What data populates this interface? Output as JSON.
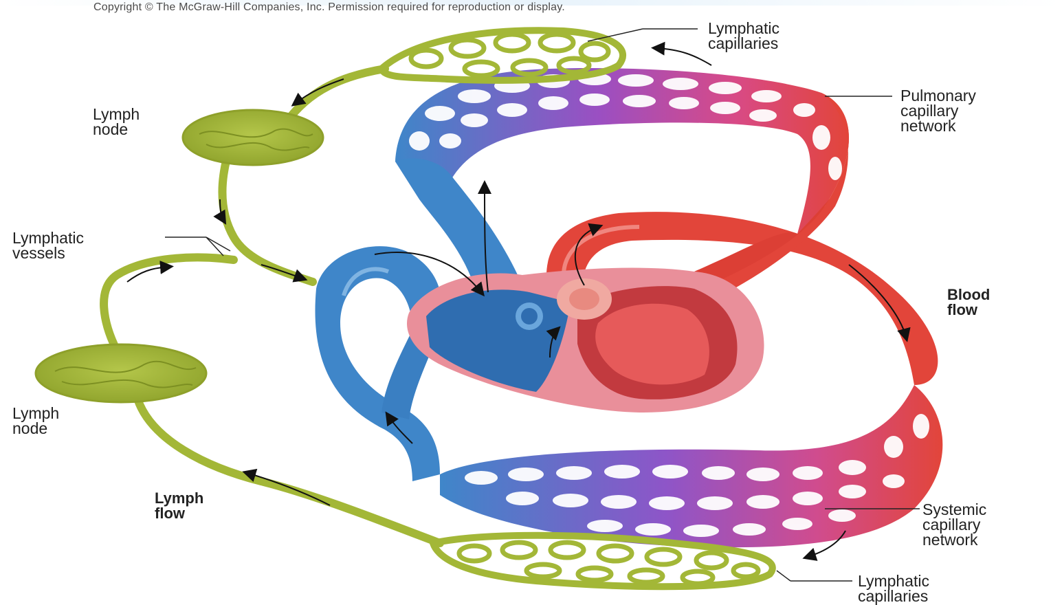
{
  "copyright": "Copyright © The McGraw-Hill Companies, Inc. Permission required for reproduction or display.",
  "labels": {
    "lymphatic_capillaries_top": [
      "Lymphatic",
      "capillaries"
    ],
    "pulmonary_capillary_network": [
      "Pulmonary",
      "capillary",
      "network"
    ],
    "lymph_node_top": [
      "Lymph",
      "node"
    ],
    "lymphatic_vessels": [
      "Lymphatic",
      "vessels"
    ],
    "blood_flow": [
      "Blood",
      "flow"
    ],
    "lymph_node_bottom": [
      "Lymph",
      "node"
    ],
    "lymph_flow": [
      "Lymph",
      "flow"
    ],
    "systemic_capillary_network": [
      "Systemic",
      "capillary",
      "network"
    ],
    "lymphatic_capillaries_bottom": [
      "Lymphatic",
      "capillaries"
    ]
  },
  "colors": {
    "lymph": "#a3b737",
    "lymph_dark": "#6f8420",
    "deoxygenated": "#3f86c9",
    "oxygenated": "#e2453a",
    "capillary_mix": "#9b4fc2",
    "heart_tissue": "#e98f9a"
  }
}
